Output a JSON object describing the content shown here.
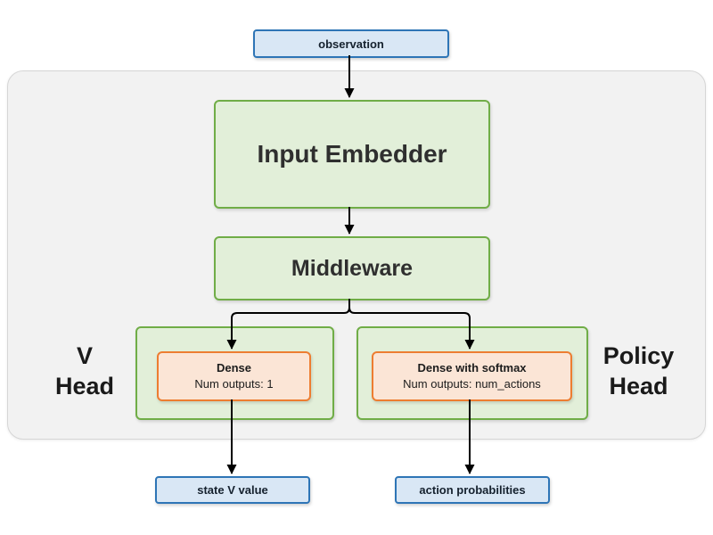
{
  "nodes": {
    "observation": "observation",
    "input_embedder": "Input Embedder",
    "middleware": "Middleware",
    "v_head": {
      "line1": "V",
      "line2": "Head"
    },
    "policy_head": {
      "line1": "Policy",
      "line2": "Head"
    },
    "v_dense": {
      "title": "Dense",
      "subtitle": "Num outputs: 1"
    },
    "policy_dense": {
      "title": "Dense with softmax",
      "subtitle": "Num outputs: num_actions"
    },
    "state_v_value": "state V value",
    "action_probabilities": "action probabilities"
  },
  "edges": [
    {
      "from": "observation",
      "to": "input_embedder"
    },
    {
      "from": "input_embedder",
      "to": "middleware"
    },
    {
      "from": "middleware",
      "to": "v_dense"
    },
    {
      "from": "middleware",
      "to": "policy_dense"
    },
    {
      "from": "v_dense",
      "to": "state_v_value"
    },
    {
      "from": "policy_dense",
      "to": "action_probabilities"
    }
  ],
  "colors": {
    "io_border": "#2e75b6",
    "io_fill": "#d9e7f5",
    "block_border": "#70ad47",
    "block_fill": "#e2efd9",
    "layer_border": "#ed7d31",
    "layer_fill": "#fbe5d6",
    "panel_fill": "#f2f2f2",
    "arrow": "#000000"
  }
}
